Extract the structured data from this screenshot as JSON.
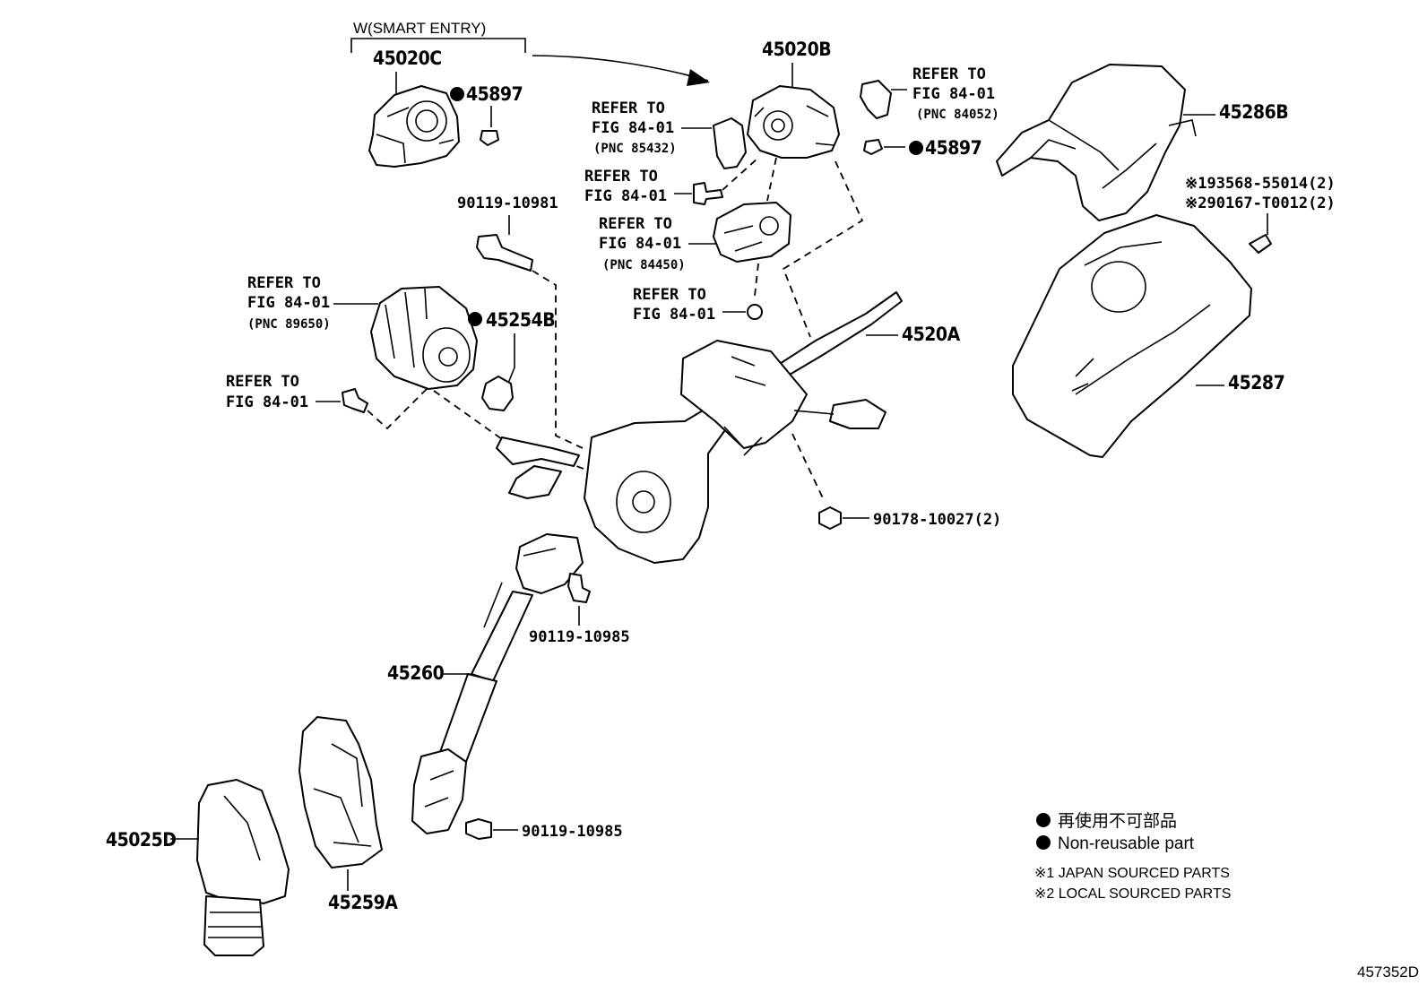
{
  "diagram_id": "457352D",
  "group_label": "W(SMART ENTRY)",
  "parts": {
    "p45020C": "45020C",
    "p45897a": "45897",
    "p45020B": "45020B",
    "p45897b": "45897",
    "p45286B": "45286B",
    "p45287": "45287",
    "p4520A": "4520A",
    "p45254B": "45254B",
    "p90119_10981": "90119-10981",
    "p90178": "90178-10027(2)",
    "p90119_10985a": "90119-10985",
    "p45260": "45260",
    "p90119_10985b": "90119-10985",
    "p45025D": "45025D",
    "p45259A": "45259A",
    "p193568": "※193568-55014(2)",
    "p290167": "※290167-T0012(2)"
  },
  "refs": {
    "refer_to": "REFER TO",
    "fig": "FIG 84-01",
    "pnc_84052": "(PNC 84052)",
    "pnc_85432": "(PNC 85432)",
    "pnc_84450": "(PNC 84450)",
    "pnc_89650": "(PNC 89650)"
  },
  "legend": {
    "non_reusable_jp": "再使用不可部品",
    "non_reusable_en": "Non-reusable part",
    "note1": "※1 JAPAN SOURCED PARTS",
    "note2": "※2 LOCAL SOURCED PARTS"
  }
}
